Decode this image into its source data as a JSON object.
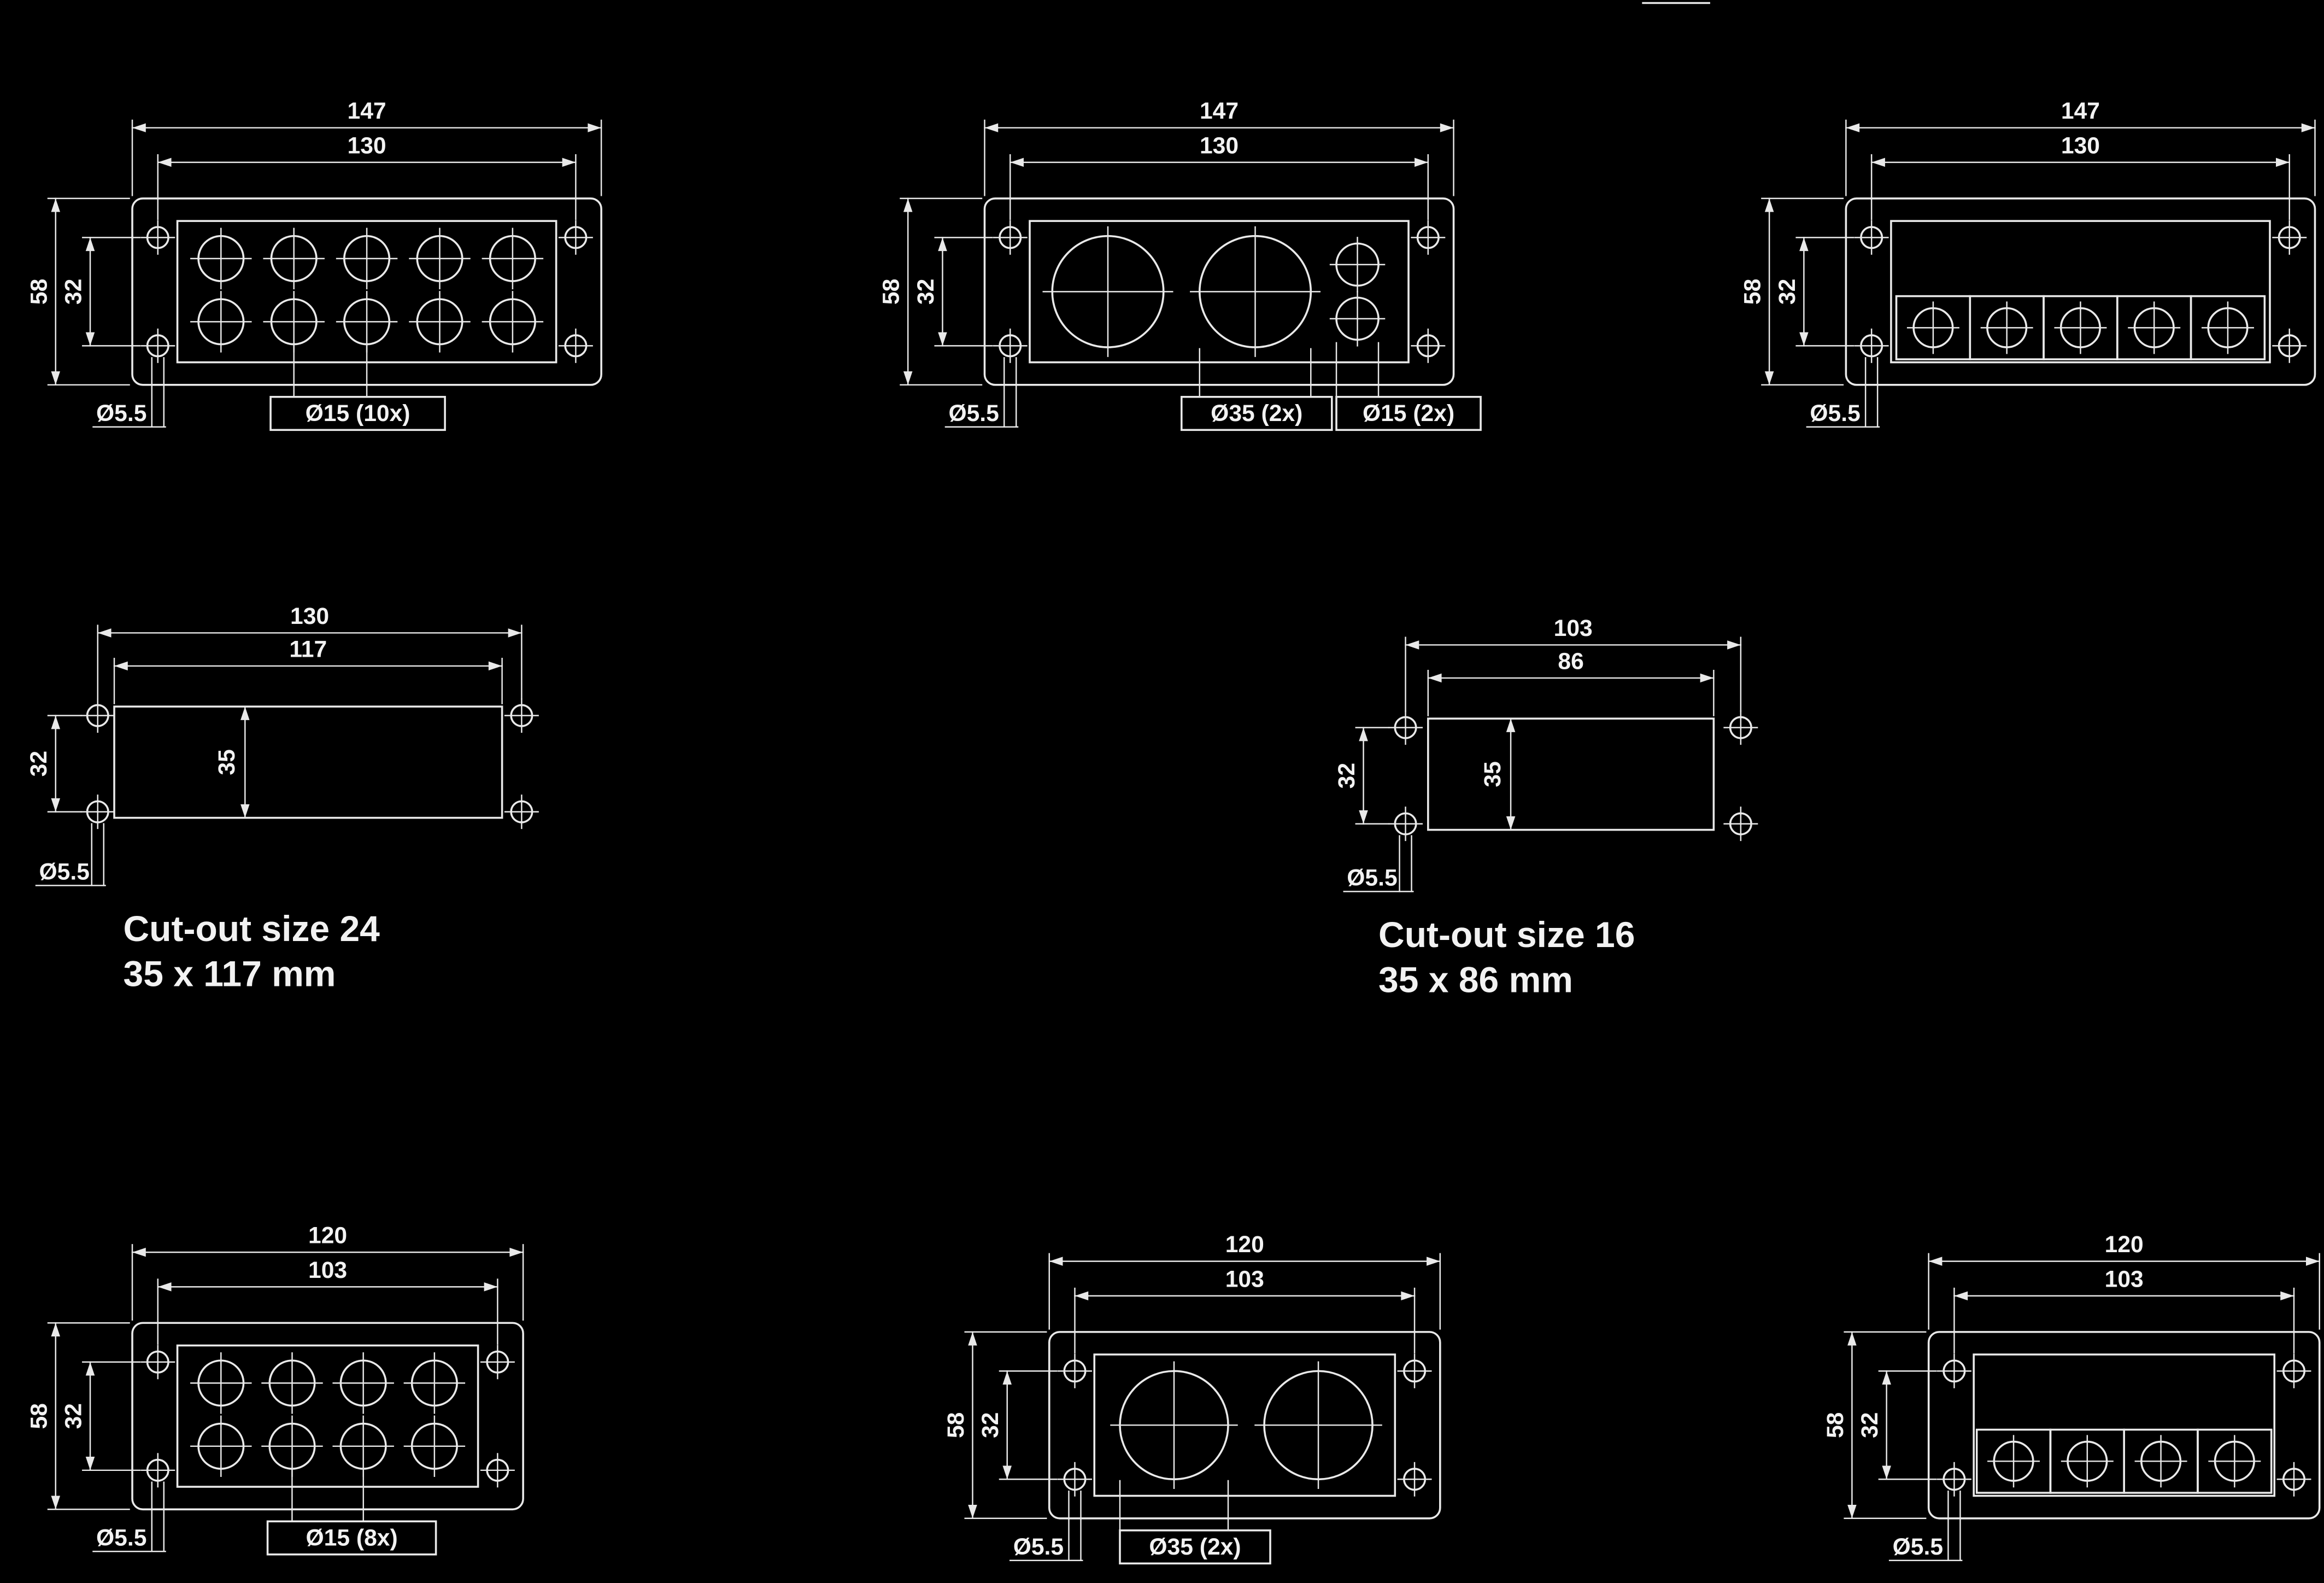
{
  "page": {
    "background": "#000000",
    "colors": {
      "line": "#e9e9e9",
      "text": "#f2f2f2"
    }
  },
  "drawings": {
    "plate_10_holes": {
      "dim_width_outer": "147",
      "dim_width_inner": "130",
      "dim_height_outer": "58",
      "dim_height_inner": "32",
      "label_corner_hole": "Ø5.5",
      "label_holes": "Ø15 (10x)"
    },
    "plate_2x35_2x15": {
      "dim_width_outer": "147",
      "dim_width_inner": "130",
      "dim_height_outer": "58",
      "dim_height_inner": "32",
      "label_corner_hole": "Ø5.5",
      "label_large_holes": "Ø35 (2x)",
      "label_small_holes": "Ø15 (2x)"
    },
    "plate_5_modules": {
      "dim_width_outer": "147",
      "dim_width_inner": "130",
      "dim_height_outer": "58",
      "dim_height_inner": "32",
      "label_corner_hole": "Ø5.5"
    },
    "cutout_24": {
      "dim_width_outer": "130",
      "dim_width_inner": "117",
      "dim_height_outer": "32",
      "dim_height_inner": "35",
      "label_corner_hole": "Ø5.5",
      "title": "Cut-out size 24",
      "subtitle": "35 x 117 mm"
    },
    "cutout_16": {
      "dim_width_outer": "103",
      "dim_width_inner": "86",
      "dim_height_outer": "32",
      "dim_height_inner": "35",
      "label_corner_hole": "Ø5.5",
      "title": "Cut-out size 16",
      "subtitle": "35 x 86 mm"
    },
    "plate_8_holes": {
      "dim_width_outer": "120",
      "dim_width_inner": "103",
      "dim_height_outer": "58",
      "dim_height_inner": "32",
      "label_corner_hole": "Ø5.5",
      "label_holes": "Ø15 (8x)"
    },
    "plate_2x35": {
      "dim_width_outer": "120",
      "dim_width_inner": "103",
      "dim_height_outer": "58",
      "dim_height_inner": "32",
      "label_corner_hole": "Ø5.5",
      "label_large_holes": "Ø35 (2x)"
    },
    "plate_4_modules": {
      "dim_width_outer": "120",
      "dim_width_inner": "103",
      "dim_height_outer": "58",
      "dim_height_inner": "32",
      "label_corner_hole": "Ø5.5"
    }
  }
}
